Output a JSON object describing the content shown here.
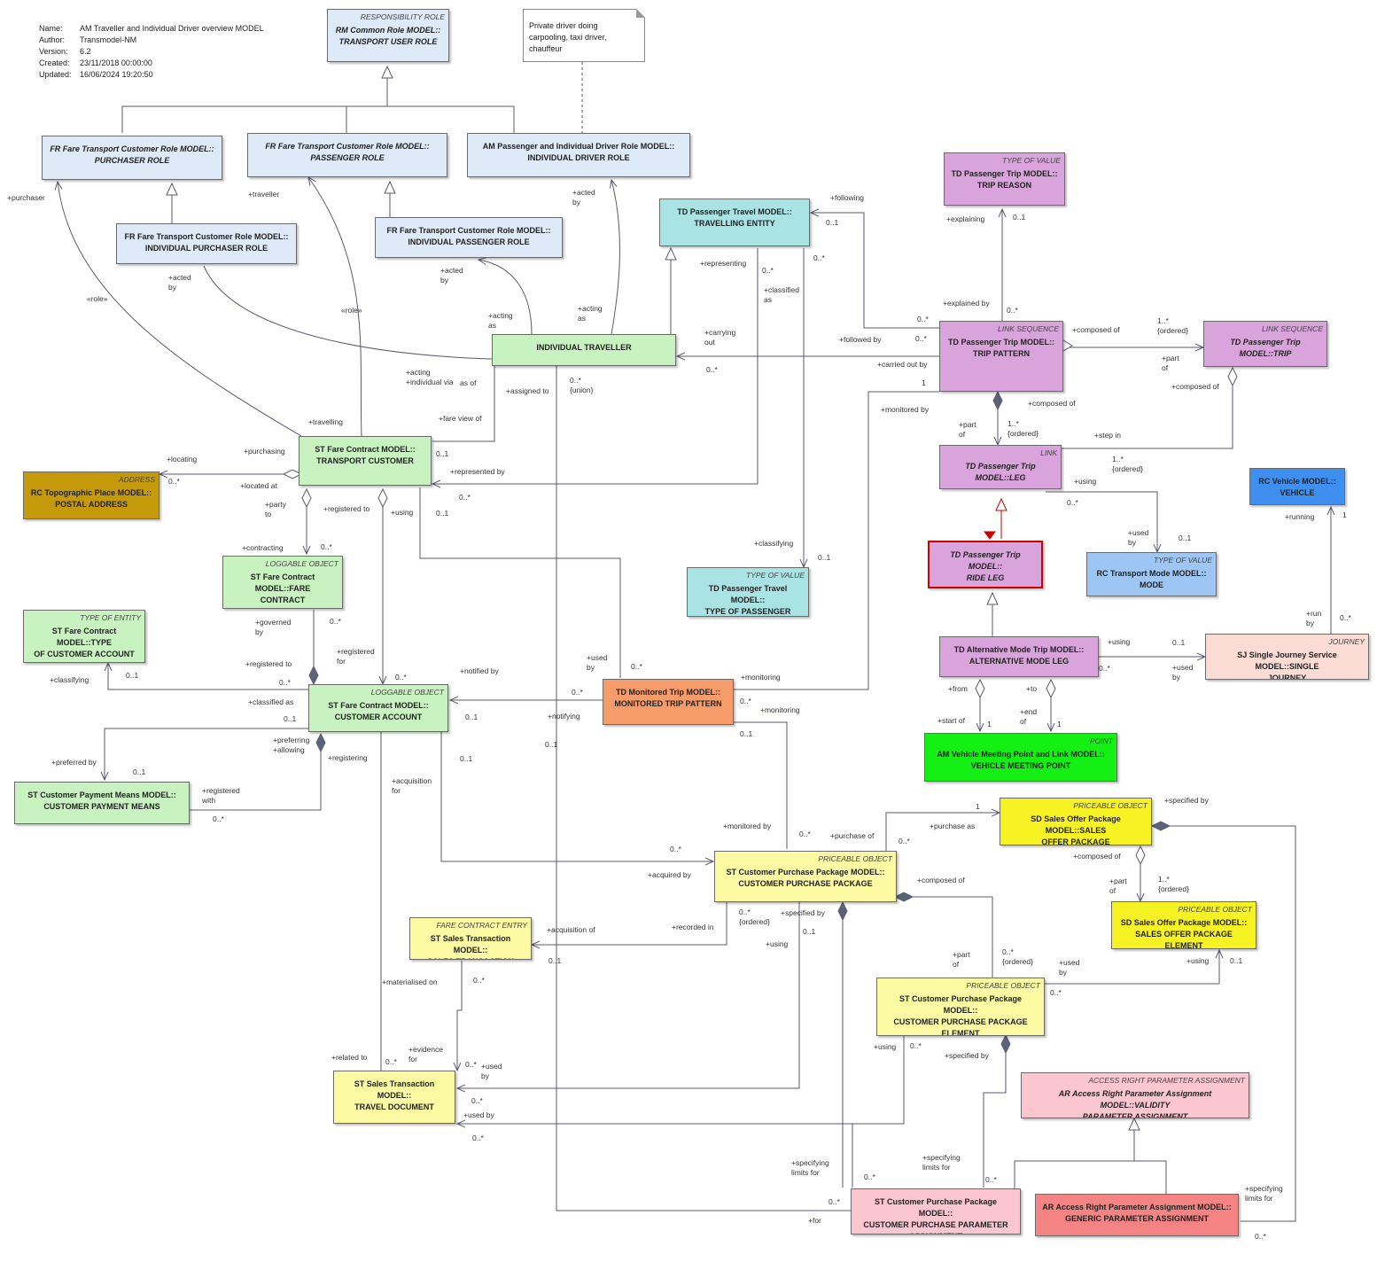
{
  "meta": {
    "rows": [
      {
        "key": "Name:",
        "value": "AM Traveller and Individual Driver overview MODEL"
      },
      {
        "key": "Author:",
        "value": "Transmodel-NM"
      },
      {
        "key": "Version:",
        "value": "6.2"
      },
      {
        "key": "Created:",
        "value": "23/11/2018 00:00:00"
      },
      {
        "key": "Updated:",
        "value": "16/06/2024 19:20:50"
      }
    ]
  },
  "note": {
    "text": "Private driver doing carpooling, taxi driver, chauffeur"
  },
  "classes": [
    {
      "id": "rm_tur",
      "stereo": "RESPONSIBILITY ROLE",
      "name": "RM Common Role MODEL::\nTRANSPORT USER ROLE",
      "abstract": true,
      "color": "#dfeaf8"
    },
    {
      "id": "fr_pur",
      "stereo": "",
      "name": "FR Fare Transport Customer Role MODEL::\nPURCHASER ROLE",
      "abstract": true,
      "color": "#dfeaf8"
    },
    {
      "id": "fr_pas",
      "stereo": "",
      "name": "FR Fare Transport Customer Role MODEL::\nPASSENGER ROLE",
      "abstract": true,
      "color": "#dfeaf8"
    },
    {
      "id": "am_idr",
      "stereo": "",
      "name": "AM Passenger and Individual Driver Role MODEL::\nINDIVIDUAL DRIVER ROLE",
      "abstract": false,
      "color": "#dfeaf8"
    },
    {
      "id": "fr_ipur",
      "stereo": "",
      "name": "FR Fare Transport Customer Role MODEL::\nINDIVIDUAL PURCHASER ROLE",
      "abstract": false,
      "color": "#dfeaf8"
    },
    {
      "id": "fr_ipas",
      "stereo": "",
      "name": "FR Fare Transport Customer Role MODEL::\nINDIVIDUAL PASSENGER ROLE",
      "abstract": false,
      "color": "#dfeaf8"
    },
    {
      "id": "td_te",
      "stereo": "",
      "name": "TD Passenger Travel MODEL::\nTRAVELLING ENTITY",
      "abstract": false,
      "color": "#a9e3e3"
    },
    {
      "id": "td_trr",
      "stereo": "TYPE OF VALUE",
      "name": "TD Passenger Trip MODEL::\nTRIP REASON",
      "abstract": false,
      "color": "#d9a3dc"
    },
    {
      "id": "ind_trav",
      "stereo": "",
      "name": "INDIVIDUAL TRAVELLER",
      "abstract": false,
      "color": "#c9f2c1"
    },
    {
      "id": "td_tp",
      "stereo": "LINK SEQUENCE",
      "name": "TD Passenger Trip MODEL::\nTRIP PATTERN",
      "abstract": false,
      "color": "#d9a3dc"
    },
    {
      "id": "td_trip",
      "stereo": "LINK SEQUENCE",
      "name": "TD Passenger Trip MODEL::TRIP",
      "abstract": true,
      "color": "#d9a3dc"
    },
    {
      "id": "td_leg",
      "stereo": "LINK",
      "name": "TD Passenger Trip MODEL::LEG",
      "abstract": true,
      "color": "#d9a3dc"
    },
    {
      "id": "rc_veh",
      "stereo": "",
      "name": "RC Vehicle MODEL::\nVEHICLE",
      "abstract": false,
      "color": "#3e8fef"
    },
    {
      "id": "addr",
      "stereo": "ADDRESS",
      "name": "RC Topographic Place MODEL::\nPOSTAL ADDRESS",
      "abstract": false,
      "color": "#c49a0b"
    },
    {
      "id": "st_tc",
      "stereo": "",
      "name": "ST Fare Contract MODEL::\nTRANSPORT CUSTOMER",
      "abstract": false,
      "color": "#c9f2c1"
    },
    {
      "id": "st_fc",
      "stereo": "LOGGABLE OBJECT",
      "name": "ST Fare Contract MODEL::FARE\nCONTRACT",
      "abstract": false,
      "color": "#c9f2c1"
    },
    {
      "id": "td_rl",
      "stereo": "",
      "name": "TD Passenger Trip MODEL::\nRIDE LEG",
      "abstract": true,
      "color": "#d9a3dc"
    },
    {
      "id": "td_top",
      "stereo": "TYPE OF VALUE",
      "name": "TD Passenger Travel MODEL::\nTYPE OF PASSENGER",
      "abstract": false,
      "color": "#a9e3e3"
    },
    {
      "id": "rc_tm",
      "stereo": "TYPE OF VALUE",
      "name": "RC Transport Mode MODEL::\nMODE",
      "abstract": false,
      "color": "#9dc6f5"
    },
    {
      "id": "st_tca",
      "stereo": "TYPE OF ENTITY",
      "name": "ST Fare Contract MODEL::TYPE\nOF CUSTOMER ACCOUNT",
      "abstract": false,
      "color": "#c9f2c1"
    },
    {
      "id": "td_aml",
      "stereo": "",
      "name": "TD Alternative Mode Trip MODEL::\nALTERNATIVE MODE LEG",
      "abstract": false,
      "color": "#d9a3dc"
    },
    {
      "id": "sj_sj",
      "stereo": "JOURNEY",
      "name": "SJ Single Journey Service MODEL::SINGLE\nJOURNEY",
      "abstract": false,
      "color": "#fbdcd5"
    },
    {
      "id": "td_mtp",
      "stereo": "",
      "name": "TD Monitored Trip MODEL::\nMONITORED TRIP PATTERN",
      "abstract": false,
      "color": "#f69c6b"
    },
    {
      "id": "st_ca",
      "stereo": "LOGGABLE OBJECT",
      "name": "ST Fare Contract MODEL::\nCUSTOMER ACCOUNT",
      "abstract": false,
      "color": "#c9f2c1"
    },
    {
      "id": "am_vmp",
      "stereo": "POINT",
      "name": "AM Vehicle Meeting Point and Link MODEL::\nVEHICLE MEETING POINT",
      "abstract": false,
      "color": "#14ef14"
    },
    {
      "id": "st_cpm",
      "stereo": "",
      "name": "ST Customer Payment Means MODEL::\nCUSTOMER PAYMENT MEANS",
      "abstract": false,
      "color": "#c9f2c1"
    },
    {
      "id": "sd_sop",
      "stereo": "PRICEABLE OBJECT",
      "name": "SD Sales Offer Package MODEL::SALES\nOFFER PACKAGE",
      "abstract": false,
      "color": "#f7f224"
    },
    {
      "id": "st_cpp",
      "stereo": "PRICEABLE OBJECT",
      "name": "ST Customer Purchase Package MODEL::\nCUSTOMER PURCHASE PACKAGE",
      "abstract": false,
      "color": "#fcfaa2"
    },
    {
      "id": "sd_sope",
      "stereo": "PRICEABLE OBJECT",
      "name": "SD Sales Offer Package MODEL::\nSALES OFFER PACKAGE ELEMENT",
      "abstract": false,
      "color": "#f7f224"
    },
    {
      "id": "st_st",
      "stereo": "FARE CONTRACT ENTRY",
      "name": "ST Sales Transaction MODEL::\nSALES TRANSACTION",
      "abstract": false,
      "color": "#fcfaa2"
    },
    {
      "id": "st_cppe",
      "stereo": "PRICEABLE OBJECT",
      "name": "ST Customer Purchase Package MODEL::\nCUSTOMER PURCHASE PACKAGE ELEMENT",
      "abstract": false,
      "color": "#fcfaa2"
    },
    {
      "id": "ar_vpa",
      "stereo": "ACCESS RIGHT PARAMETER ASSIGNMENT",
      "name": "AR Access Right Parameter Assignment MODEL::VALIDITY\nPARAMETER ASSIGNMENT",
      "abstract": true,
      "color": "#fbc6cf"
    },
    {
      "id": "st_td",
      "stereo": "",
      "name": "ST Sales Transaction MODEL::\nTRAVEL DOCUMENT",
      "abstract": false,
      "color": "#fcfaa2"
    },
    {
      "id": "st_cppa",
      "stereo": "",
      "name": "ST Customer Purchase Package MODEL::\nCUSTOMER PURCHASE PARAMETER\nASSIGNMENT",
      "abstract": false,
      "color": "#fbc6cf"
    },
    {
      "id": "ar_gpa",
      "stereo": "",
      "name": "AR Access Right Parameter Assignment MODEL::\nGENERIC PARAMETER ASSIGNMENT",
      "abstract": false,
      "color": "#f48484"
    }
  ],
  "labels": [
    "+purchaser",
    "+traveller",
    "+acted\nby",
    "+acted\nby",
    "+acted\nby",
    "«role»",
    "«role»",
    "+acting\nas",
    "+acting\nas",
    "+representing",
    "0..*",
    "+classified\nas",
    "0..*",
    "+following",
    "0..1",
    "+explaining",
    "0..1",
    "+explained by",
    "0..*",
    "0..*",
    "+followed by",
    "0..*",
    "+carrying\nout",
    "0..*",
    "+carried out by",
    "1",
    "+monitored by",
    "+composed of",
    "1..*\n{ordered}",
    "+part\nof",
    "+composed of",
    "+composed of",
    "+part\nof",
    "1..*\n{ordered}",
    "+step in",
    "1..*\n{ordered}",
    "+using",
    "0..*",
    "+acting\n+individual via",
    "as of",
    "+assigned to",
    "0..*\n{union}",
    "+travelling",
    "+fare view of",
    "+purchasing",
    "0..1",
    "+locating",
    "0..*",
    "+located at",
    "+represented by",
    "0..*",
    "+party\nto",
    "+registered to",
    "+using",
    "0..1",
    "+contracting",
    "0..*",
    "+classifying",
    "0..1",
    "+used\nby",
    "0..1",
    "+running",
    "1",
    "+governed\nby",
    "0..*",
    "+registered\nfor",
    "+registered to",
    "0..*",
    "0..*",
    "+classifying",
    "0..1",
    "+classified as",
    "0..1",
    "+notified by",
    "0..*",
    "+used\nby",
    "0..*",
    "+monitoring",
    "0..*",
    "+monitoring",
    "0..1",
    "+notifying",
    "0..1",
    "0..1",
    "+run\nby",
    "0..*",
    "+using",
    "0..1",
    "+used\nby",
    "0..*",
    "+from",
    "+to",
    "+start of",
    "1",
    "+end\nof",
    "1",
    "+preferring\n+allowing",
    "+registering",
    "+preferred by",
    "0..1",
    "+registered\nwith",
    "0..*",
    "+acquisition\nfor",
    "0..1",
    "+monitored by",
    "0..*",
    "+purchase of",
    "0..*",
    "+purchase as",
    "1",
    "+specified by",
    "0..*",
    "+acquired by",
    "+composed of",
    "+composed of",
    "+part\nof",
    "1..*\n{ordered}",
    "+acquisition of",
    "0..1",
    "+recorded in",
    "0..*\n{ordered}",
    "+specified by",
    "0..1",
    "+using",
    "+part\nof",
    "0..*\n{ordered}",
    "+used\nby",
    "+using",
    "0..1",
    "0..*",
    "+materialised on",
    "0..*",
    "+related to",
    "0..*",
    "+evidence\nfor",
    "0..*",
    "+used\nby",
    "0..*",
    "+used by",
    "0..*",
    "+using",
    "0..*",
    "+specified by",
    "+specifying\nlimits for",
    "0..*",
    "+specifying\nlimits for",
    "0..*",
    "+specifying\nlimits for",
    "0..*",
    "0..*",
    "+for"
  ]
}
